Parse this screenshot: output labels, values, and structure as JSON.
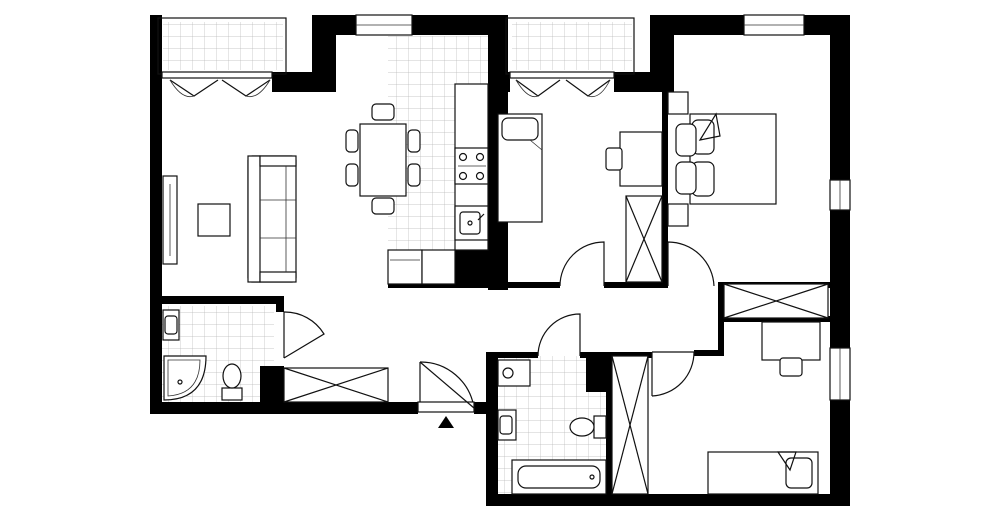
{
  "plan": {
    "wall_color": "#000000",
    "background_color": "#ffffff",
    "tile_line_color": "#b8b8b8",
    "rooms": [
      {
        "name": "living-room",
        "features": [
          "sofa",
          "coffee-table",
          "tv-unit",
          "dining-table"
        ]
      },
      {
        "name": "kitchen",
        "features": [
          "counter",
          "cooktop",
          "sink",
          "fridge"
        ]
      },
      {
        "name": "bedroom-1",
        "features": [
          "desk",
          "chair",
          "armchair",
          "wardrobe"
        ]
      },
      {
        "name": "bedroom-2",
        "features": [
          "double-bed",
          "nightstands",
          "wardrobe"
        ]
      },
      {
        "name": "bedroom-3",
        "features": [
          "single-bed",
          "desk",
          "chair",
          "wardrobe"
        ]
      },
      {
        "name": "bathroom-1",
        "features": [
          "shower",
          "toilet",
          "sink"
        ]
      },
      {
        "name": "bathroom-2",
        "features": [
          "bathtub",
          "toilet",
          "sink",
          "washing-machine"
        ]
      },
      {
        "name": "hallway",
        "features": [
          "wardrobe",
          "entrance-door"
        ]
      },
      {
        "name": "balcony-left",
        "features": [
          "tiled-floor"
        ]
      },
      {
        "name": "balcony-right",
        "features": [
          "tiled-floor"
        ]
      }
    ],
    "icons": [
      "entrance-arrow-icon"
    ]
  }
}
